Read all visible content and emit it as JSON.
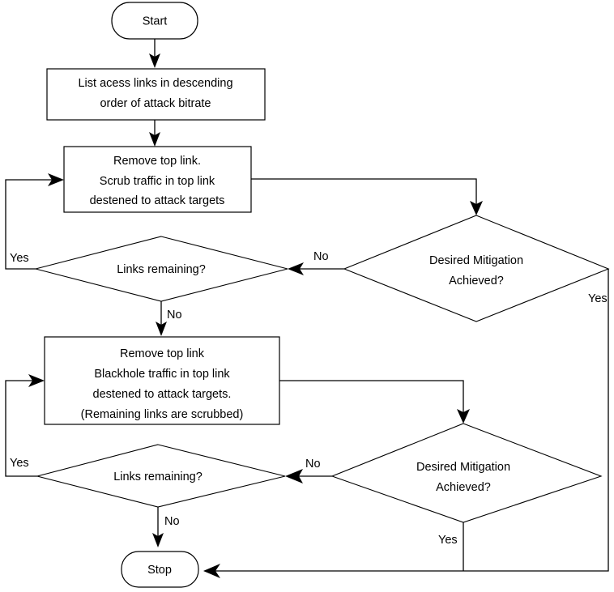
{
  "diagram": {
    "title": "DDoS access-link mitigation flowchart",
    "background_color": "#ffffff",
    "line_color": "#000000",
    "text_color": "#000000"
  },
  "nodes": {
    "start": {
      "type": "terminator",
      "label": "Start"
    },
    "list_links": {
      "type": "process",
      "lines": [
        "List acess links in descending",
        "order of attack bitrate"
      ]
    },
    "scrub_box": {
      "type": "process",
      "lines": [
        "Remove top link.",
        "Scrub traffic in top link",
        "destened  to attack targets"
      ]
    },
    "links_remaining_1": {
      "type": "decision",
      "lines": [
        "Links remaining?"
      ]
    },
    "desired_mitigation_1": {
      "type": "decision",
      "lines": [
        "Desired Mitigation",
        "Achieved?"
      ]
    },
    "blackhole_box": {
      "type": "process",
      "lines": [
        "Remove top link",
        "Blackhole traffic in top link",
        "destened to attack targets.",
        "(Remaining links are scrubbed)"
      ]
    },
    "links_remaining_2": {
      "type": "decision",
      "lines": [
        "Links remaining?"
      ]
    },
    "desired_mitigation_2": {
      "type": "decision",
      "lines": [
        "Desired Mitigation",
        "Achieved?"
      ]
    },
    "stop": {
      "type": "terminator",
      "label": "Stop"
    }
  },
  "edge_labels": {
    "loop_yes_1": "Yes",
    "dec1_no": "No",
    "dm1_no": "No",
    "dm1_yes": "Yes",
    "loop_yes_2": "Yes",
    "dec2_no": "No",
    "dm2_no": "No",
    "dm2_yes": "Yes"
  }
}
